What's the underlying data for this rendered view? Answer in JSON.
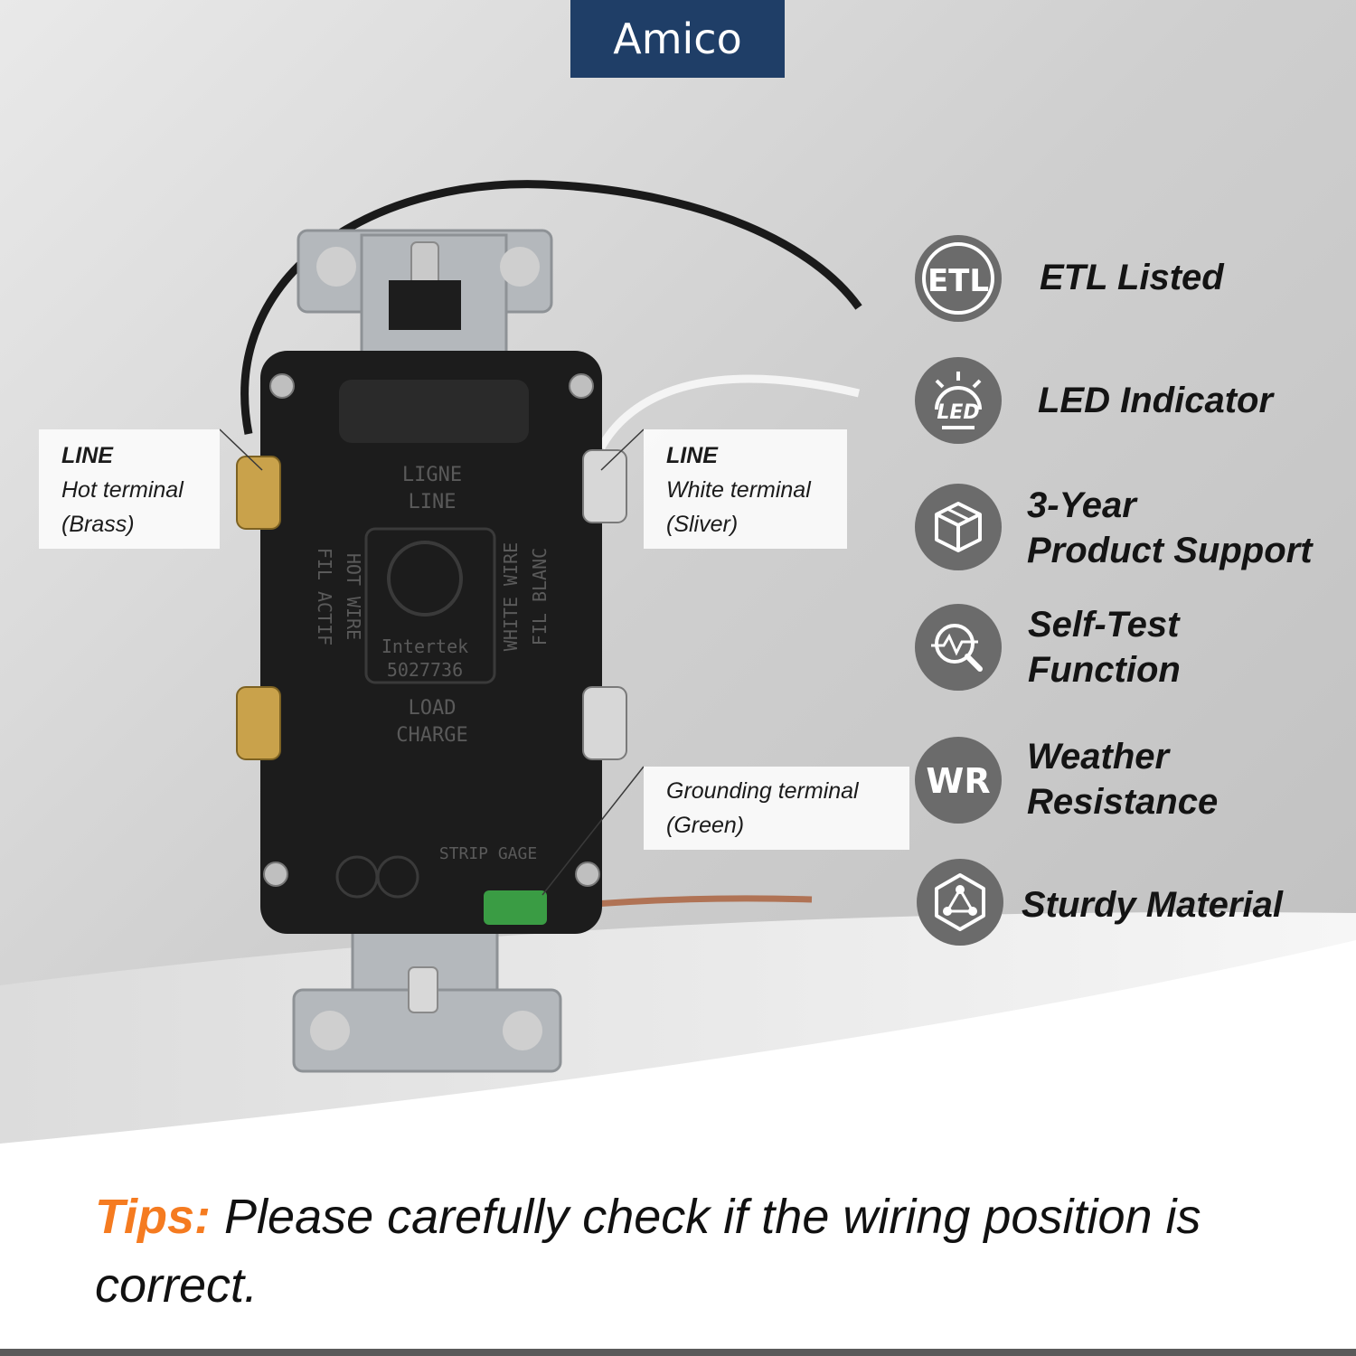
{
  "brand": {
    "logo_text": "Amico",
    "logo_bg": "#1f3e67"
  },
  "callouts": {
    "hot": {
      "title": "LINE",
      "line1": "Hot terminal",
      "line2": "(Brass)"
    },
    "white": {
      "title": "LINE",
      "line1": "White terminal",
      "line2": "(Sliver)"
    },
    "ground": {
      "line1": "Grounding terminal",
      "line2": "(Green)"
    }
  },
  "device_markings": {
    "ligne": "LIGNE",
    "line": "LINE",
    "hot_wire": "HOT WIRE",
    "fil_actif": "FIL ACTIF",
    "white_wire": "WHITE WIRE",
    "fil_blanc": "FIL BLANC",
    "intertek": "Intertek",
    "cert_no": "5027736",
    "load": "LOAD",
    "charge": "CHARGE",
    "strip_gage": "STRIP GAGE"
  },
  "features": [
    {
      "icon": "etl-icon",
      "label_line1": "ETL Listed",
      "label_line2": ""
    },
    {
      "icon": "led-icon",
      "label_line1": "LED Indicator",
      "label_line2": ""
    },
    {
      "icon": "box-icon",
      "label_line1": "3-Year",
      "label_line2": "Product Support"
    },
    {
      "icon": "self-test-icon",
      "label_line1": "Self-Test",
      "label_line2": "Function"
    },
    {
      "icon": "wr-icon",
      "label_line1": "Weather",
      "label_line2": "Resistance"
    },
    {
      "icon": "cube-icon",
      "label_line1": "Sturdy Material",
      "label_line2": ""
    }
  ],
  "icon_text": {
    "etl": "ETL",
    "led": "LED",
    "wr": "WR"
  },
  "tips": {
    "label": "Tips:",
    "text": " Please carefully check if the wiring position is correct."
  },
  "colors": {
    "accent": "#f57b20",
    "icon_bg": "#6b6b6b"
  }
}
